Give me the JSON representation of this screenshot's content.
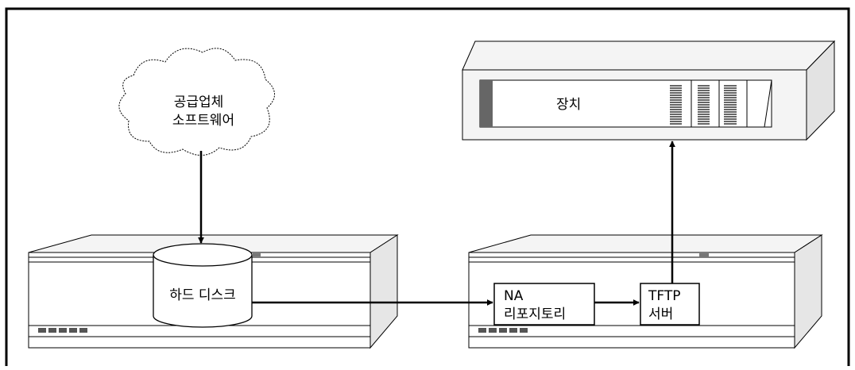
{
  "cloud": {
    "line1": "공급업체",
    "line2": "소프트웨어"
  },
  "disk": {
    "label": "하드 디스크"
  },
  "repository": {
    "line1": "NA",
    "line2": "리포지토리"
  },
  "tftp": {
    "line1": "TFTP",
    "line2": "서버"
  },
  "device": {
    "label": "장치"
  }
}
